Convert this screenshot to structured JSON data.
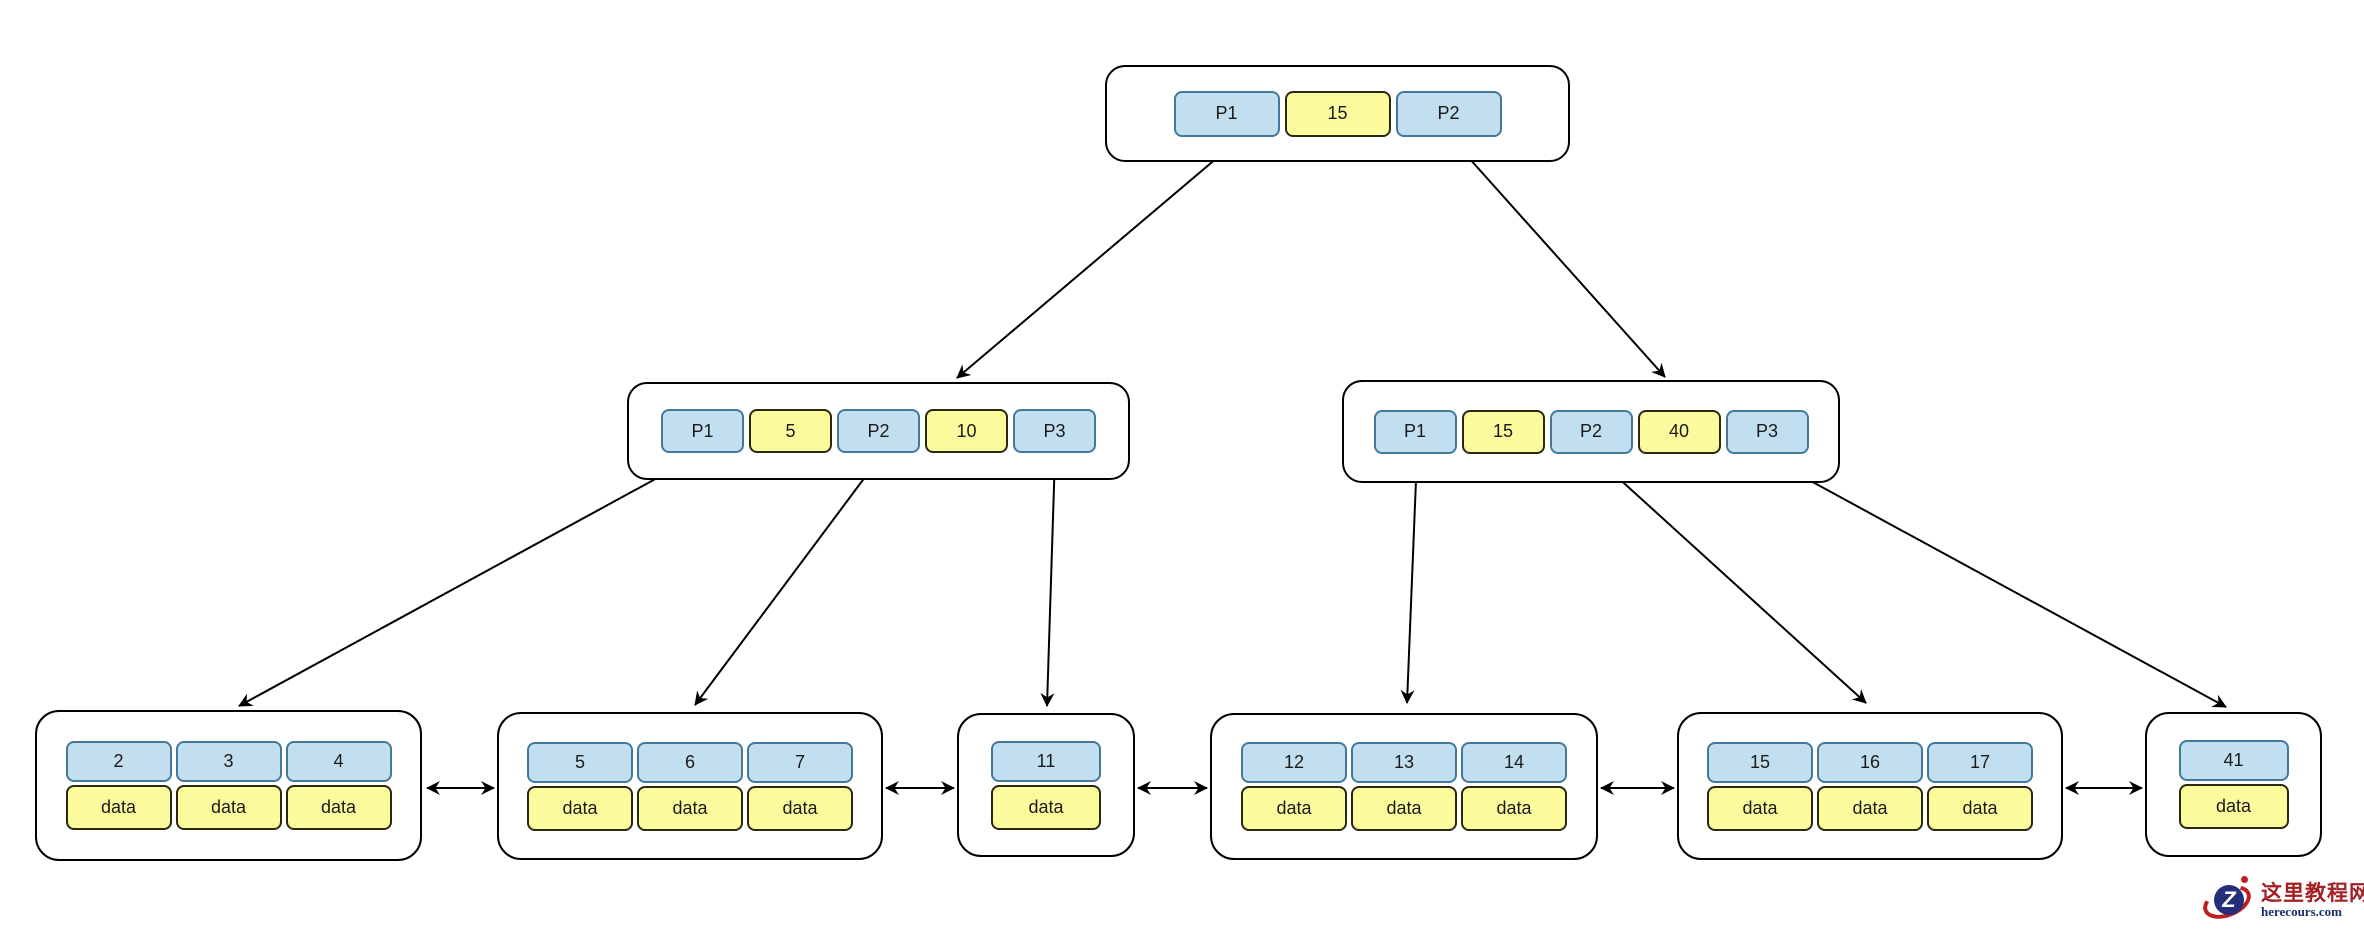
{
  "diagram_type": "b-plus-tree",
  "colors": {
    "background": "#ffffff",
    "node_border": "#000000",
    "pointer_cell_fill": "#c2dfef",
    "pointer_cell_border": "#44789b",
    "key_cell_fill": "#fbfb9d",
    "key_cell_border": "#29290f",
    "arrow": "#000000",
    "logo_red": "#bf1d20",
    "logo_navy": "#232f7a",
    "logo_text_red": "#a32125",
    "logo_text_navy": "#1b2d67"
  },
  "tree": {
    "root": {
      "cells": [
        "P1",
        "15",
        "P2"
      ]
    },
    "internal_left": {
      "cells": [
        "P1",
        "5",
        "P2",
        "10",
        "P3"
      ]
    },
    "internal_right": {
      "cells": [
        "P1",
        "15",
        "P2",
        "40",
        "P3"
      ]
    },
    "leaves": [
      {
        "keys": [
          "2",
          "3",
          "4"
        ],
        "data": [
          "data",
          "data",
          "data"
        ]
      },
      {
        "keys": [
          "5",
          "6",
          "7"
        ],
        "data": [
          "data",
          "data",
          "data"
        ]
      },
      {
        "keys": [
          "11"
        ],
        "data": [
          "data"
        ]
      },
      {
        "keys": [
          "12",
          "13",
          "14"
        ],
        "data": [
          "data",
          "data",
          "data"
        ]
      },
      {
        "keys": [
          "15",
          "16",
          "17"
        ],
        "data": [
          "data",
          "data",
          "data"
        ]
      },
      {
        "keys": [
          "41"
        ],
        "data": [
          "data"
        ]
      }
    ]
  },
  "logo": {
    "site_name": "这里教程网",
    "site_domain": "herecours.com",
    "mark_letter": "Z"
  }
}
